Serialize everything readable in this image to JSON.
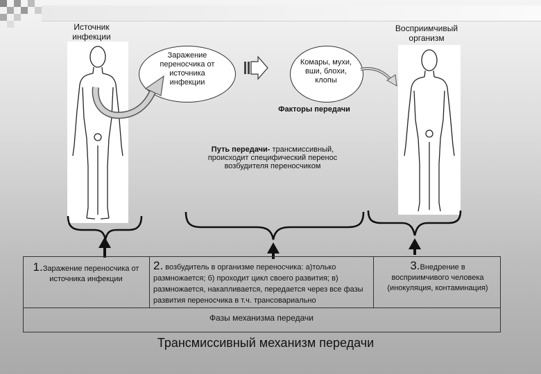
{
  "labels": {
    "source": "Источник инфекции",
    "recipient": "Восприимчивый организм",
    "infection_carrier": "Заражение переносчика от источника инфекции",
    "vectors": "Комары, мухи, вши, блохи, клопы",
    "factors": "Факторы передачи",
    "path_bold": "Путь передачи-",
    "path_rest": " трансмиссивный, происходит специфический перенос возбудителя переносчиком"
  },
  "boxes": {
    "box1_num": "1.",
    "box1_text": "Заражение переносчика от источника инфекции",
    "box2_num": "2.",
    "box2_text": "возбудитель в организме переносчика: а)только размножается; б) проходит цикл своего развития; в) размножается, накапливается, передается через все фазы развития переносчика в т.ч. трансовариально",
    "box3_num": "3.",
    "box3_text_a": "Внедрение в",
    "box3_text_b": "восприимчивого человека (инокуляция, контаминация)",
    "phases": "Фазы механизма передачи",
    "title": "Трансмиссивный механизм передачи"
  },
  "colors": {
    "checker": "#7f7f7f",
    "arrow_fill": "#c8c8c8"
  }
}
